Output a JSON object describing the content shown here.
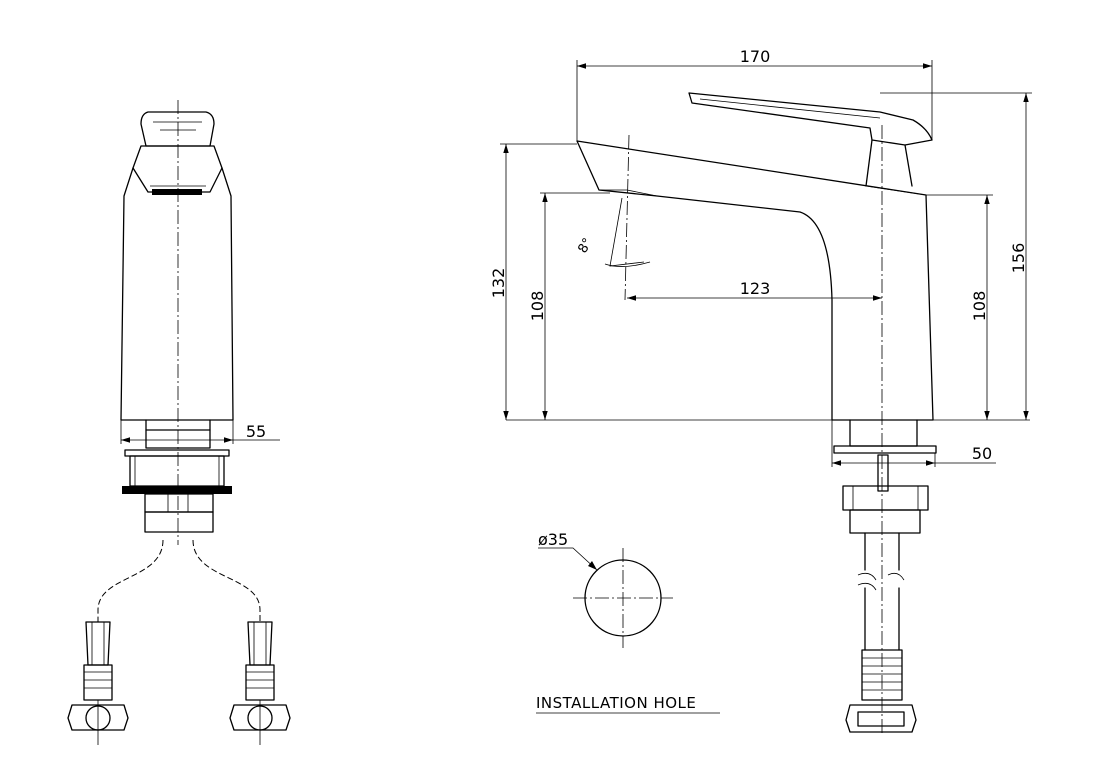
{
  "dimensions": {
    "overall_length": "170",
    "overall_height": "156",
    "spout_height": "132",
    "spout_clearance_left": "108",
    "body_height_right": "108",
    "spout_reach": "123",
    "base_width_front": "55",
    "base_width_side": "50",
    "spout_angle": "8°"
  },
  "installation_hole": {
    "diameter": "ø35",
    "caption": "INSTALLATION HOLE"
  }
}
